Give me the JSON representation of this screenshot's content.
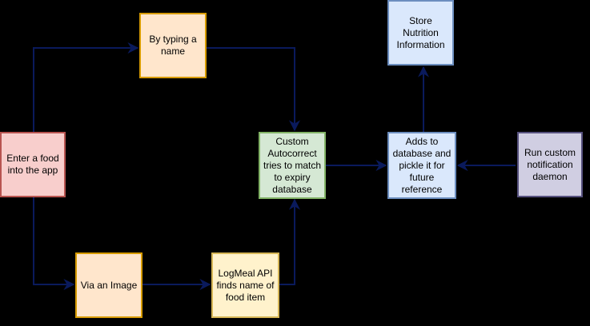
{
  "colors": {
    "edge": "#0a1a5c",
    "background": "#000000"
  },
  "nodes": {
    "enter_food": {
      "label": "Enter a food\ninto the app",
      "fill": "#f8cecc",
      "stroke": "#b85450"
    },
    "typing_name": {
      "label": "By typing a\nname",
      "fill": "#ffe6cc",
      "stroke": "#d79b00"
    },
    "via_image": {
      "label": "Via an Image",
      "fill": "#ffe6cc",
      "stroke": "#d79b00"
    },
    "logmeal_api": {
      "label": "LogMeal API\nfinds name of\nfood item",
      "fill": "#fff2cc",
      "stroke": "#d6b656"
    },
    "autocorrect": {
      "label": "Custom\nAutocorrect\ntries to match\nto expiry\ndatabase",
      "fill": "#d5e8d4",
      "stroke": "#82b366"
    },
    "store_nutrition": {
      "label": "Store Nutrition\nInformation",
      "fill": "#dae8fc",
      "stroke": "#6c8ebf"
    },
    "adds_database": {
      "label": "Adds to\ndatabase and\npickle it for\nfuture\nreference",
      "fill": "#dae8fc",
      "stroke": "#6c8ebf"
    },
    "notification": {
      "label": "Run custom\nnotification\ndaemon",
      "fill": "#d0cee2",
      "stroke": "#56517e"
    }
  }
}
